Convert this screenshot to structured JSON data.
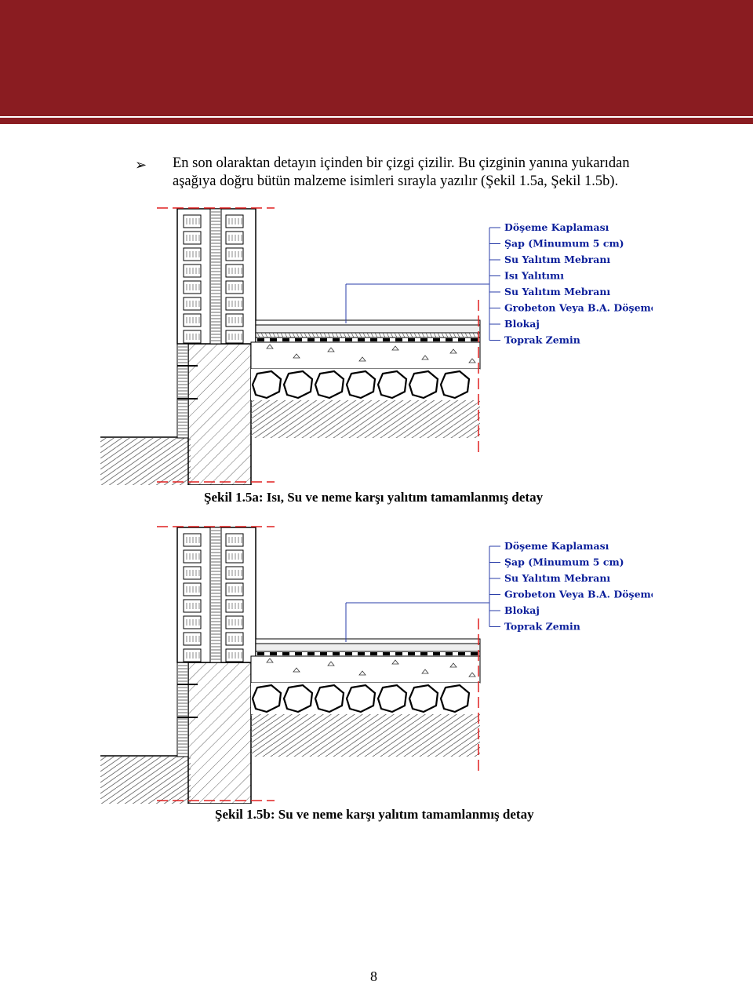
{
  "header": {
    "band_color": "#8a1c21"
  },
  "bullet": {
    "icon": "arrowhead-bullet-icon",
    "glyph": "➢"
  },
  "paragraph": "En son olaraktan detayın içinden bir çizgi çizilir. Bu çizginin yanına yukarıdan aşağıya doğru bütün malzeme isimleri sırayla yazılır (Şekil 1.5a, Şekil 1.5b).",
  "figure_a": {
    "labels": [
      "Döşeme Kaplaması",
      "Şap (Minumum 5 cm)",
      "Su Yalıtım Mebranı",
      "Isı Yalıtımı",
      "Su Yalıtım Mebranı",
      "Grobeton Veya B.A. Döşeme",
      "Blokaj",
      "Toprak Zemin"
    ],
    "caption": "Şekil 1.5a: Isı, Su ve neme karşı yalıtım tamamlanmış detay"
  },
  "figure_b": {
    "labels": [
      "Döşeme Kaplaması",
      "Şap (Minumum 5 cm)",
      "Su Yalıtım Mebranı",
      "Grobeton Veya B.A. Döşeme",
      "Blokaj",
      "Toprak Zemin"
    ],
    "caption": "Şekil 1.5b: Su ve neme karşı yalıtım tamamlanmış detay"
  },
  "colors": {
    "label": "#0a1e9a",
    "leader": "#2a3ea8",
    "cut_line": "#e02020"
  },
  "page_number": "8"
}
